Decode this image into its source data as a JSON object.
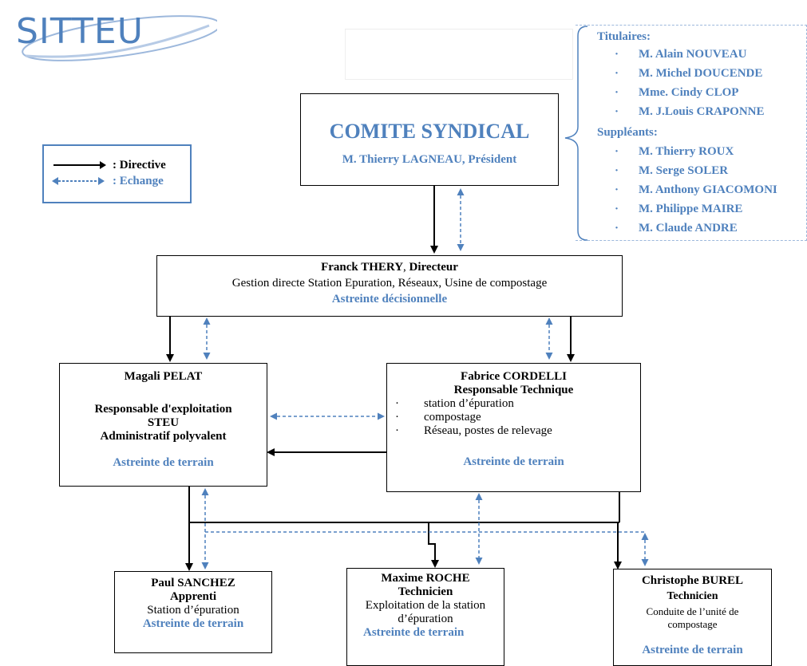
{
  "logo": {
    "text": "SITTEU"
  },
  "legend": {
    "directive_label": ": Directive",
    "echange_label": ": Echange"
  },
  "comite": {
    "title": "COMITE SYNDICAL",
    "president": "M. Thierry LAGNEAU, Président"
  },
  "members": {
    "titulaires_heading": "Titulaires:",
    "titulaires": [
      "M. Alain NOUVEAU",
      "M. Michel DOUCENDE",
      "Mme. Cindy CLOP",
      "M. J.Louis CRAPONNE"
    ],
    "suppleants_heading": "Suppléants:",
    "suppleants": [
      "M. Thierry ROUX",
      "M. Serge SOLER",
      "M. Anthony GIACOMONI",
      "M. Philippe MAIRE",
      "M. Claude ANDRE"
    ],
    "bullet": "·"
  },
  "directeur": {
    "name": "Franck THERY",
    "title_sep": ", ",
    "title": "Directeur",
    "line2": "Gestion directe Station Epuration, Réseaux, Usine de compostage",
    "astreinte": "Astreinte décisionnelle"
  },
  "pelat": {
    "name": "Magali PELAT",
    "role1": "Responsable d'exploitation",
    "role2": "STEU",
    "role3": "Administratif polyvalent",
    "astreinte": "Astreinte de terrain"
  },
  "cordelli": {
    "name": "Fabrice CORDELLI",
    "role": "Responsable Technique",
    "items": [
      "station d’épuration",
      "compostage",
      "Réseau,  postes de relevage"
    ],
    "bullet": "·",
    "astreinte": "Astreinte de terrain"
  },
  "sanchez": {
    "name": "Paul SANCHEZ",
    "role": "Apprenti",
    "detail": "Station d’épuration",
    "astreinte": "Astreinte de terrain"
  },
  "roche": {
    "name": "Maxime ROCHE",
    "role": "Technicien",
    "detail1": "Exploitation de la station",
    "detail2": "d’épuration",
    "astreinte": "Astreinte de terrain"
  },
  "burel": {
    "name": "Christophe BUREL",
    "role": "Technicien",
    "detail1": "Conduite de l’unité de",
    "detail2": "compostage",
    "astreinte": "Astreinte de terrain"
  },
  "colors": {
    "accent": "#4f81bd",
    "line": "#000000"
  }
}
